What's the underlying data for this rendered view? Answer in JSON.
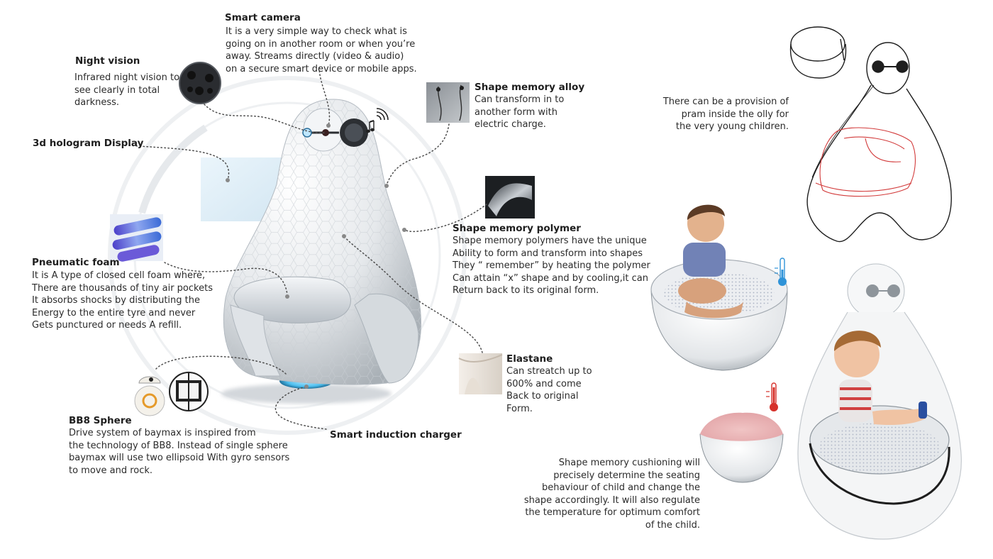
{
  "callouts": {
    "smart_camera": {
      "title": "Smart camera",
      "body": "It is a very simple way to check what is\ngoing on in another room or when you’re\naway. Streams directly (video & audio)\non a secure smart device or mobile apps."
    },
    "night_vision": {
      "title": "Night vision",
      "body": "Infrared night vision to\nsee clearly in total\ndarkness."
    },
    "hologram": {
      "title": "3d hologram Display"
    },
    "shape_memory_alloy": {
      "title": "Shape memory alloy",
      "body": "Can transform in to\nanother form with\nelectric charge."
    },
    "shape_memory_polymer": {
      "title": "Shape memory polymer",
      "body": "Shape memory polymers have the unique\nAbility to form and transform into shapes\nThey “ remember” by heating the polymer\nCan attain “x” shape and by cooling,it can\nReturn back to its original form."
    },
    "pneumatic_foam": {
      "title": "Pneumatic foam",
      "body": "It is A type of closed cell foam where,\nThere are thousands of tiny air pockets\nIt absorbs shocks by distributing the\nEnergy to the entire tyre and never\nGets punctured or needs A refill."
    },
    "elastane": {
      "title": "Elastane",
      "body": "Can streatch up to\n600% and come\nBack to original\nForm."
    },
    "bb8_sphere": {
      "title": "BB8 Sphere",
      "body": "Drive system of baymax is inspired from\nthe technology of BB8. Instead of single sphere\nbaymax will use two ellipsoid With gyro sensors\nto move and rock."
    },
    "charger": {
      "title": "Smart induction charger"
    }
  },
  "notes": {
    "pram": "There can be a provision of\npram inside the olly for\nthe very young children.",
    "cushioning": "Shape memory cushioning will\nprecisely determine the seating\nbehaviour of child and change the\nshape accordingly. It will also regulate\nthe temperature for optimum comfort\nof the child."
  },
  "colors": {
    "text": "#2b2b2b",
    "heading": "#1e1e1e",
    "connector": "#555555",
    "shell": "#e4e7ea",
    "accent_blue": "#2f93d8",
    "accent_red": "#d6312b",
    "sketch_red": "#d23a3a"
  },
  "icons": [
    "wifi-sound-icon",
    "thermometer-cold-icon",
    "thermometer-hot-icon"
  ]
}
